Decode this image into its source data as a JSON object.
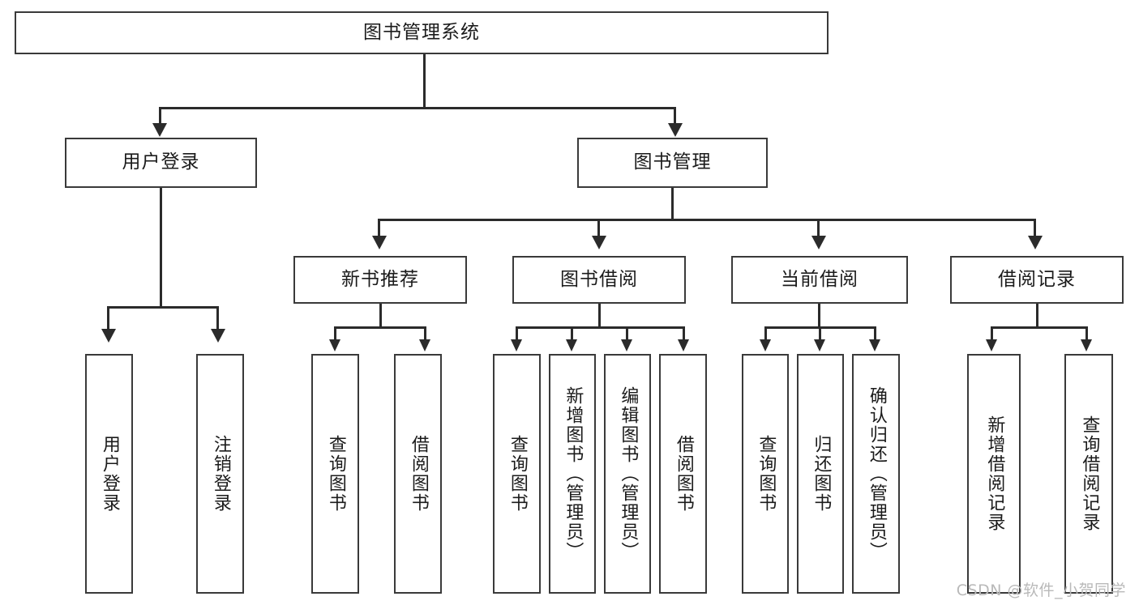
{
  "diagram": {
    "title": "图书管理系统",
    "watermark": "CSDN @软件_小贺同学",
    "root": {
      "label": "图书管理系统"
    },
    "level2": [
      {
        "id": "user-login",
        "label": "用户登录"
      },
      {
        "id": "book-management",
        "label": "图书管理"
      }
    ],
    "level3": [
      {
        "id": "new-book-recommend",
        "label": "新书推荐"
      },
      {
        "id": "book-borrow",
        "label": "图书借阅"
      },
      {
        "id": "current-borrow",
        "label": "当前借阅"
      },
      {
        "id": "borrow-record",
        "label": "借阅记录"
      }
    ],
    "leaves": {
      "user_login": [
        {
          "id": "leaf-user-login",
          "label": "用户登录"
        },
        {
          "id": "leaf-logout-login",
          "label": "注销登录"
        }
      ],
      "new_book_recommend": [
        {
          "id": "leaf-query-book-1",
          "label": "查询图书"
        },
        {
          "id": "leaf-borrow-book-1",
          "label": "借阅图书"
        }
      ],
      "book_borrow": [
        {
          "id": "leaf-query-book-2",
          "label": "查询图书"
        },
        {
          "id": "leaf-add-book-admin",
          "label": "新增图书（管理员）"
        },
        {
          "id": "leaf-edit-book-admin",
          "label": "编辑图书（管理员）"
        },
        {
          "id": "leaf-borrow-book-2",
          "label": "借阅图书"
        }
      ],
      "current_borrow": [
        {
          "id": "leaf-query-book-3",
          "label": "查询图书"
        },
        {
          "id": "leaf-return-book",
          "label": "归还图书"
        },
        {
          "id": "leaf-confirm-return-admin",
          "label": "确认归还（管理员）"
        }
      ],
      "borrow_record": [
        {
          "id": "leaf-add-borrow-record",
          "label": "新增借阅记录"
        },
        {
          "id": "leaf-query-borrow-record",
          "label": "查询借阅记录"
        }
      ]
    },
    "colors": {
      "border": "#3a3a3a",
      "line": "#2b2b2b",
      "text": "#1b1b1b",
      "background": "#ffffff",
      "watermark": "#b9b9b9"
    }
  }
}
